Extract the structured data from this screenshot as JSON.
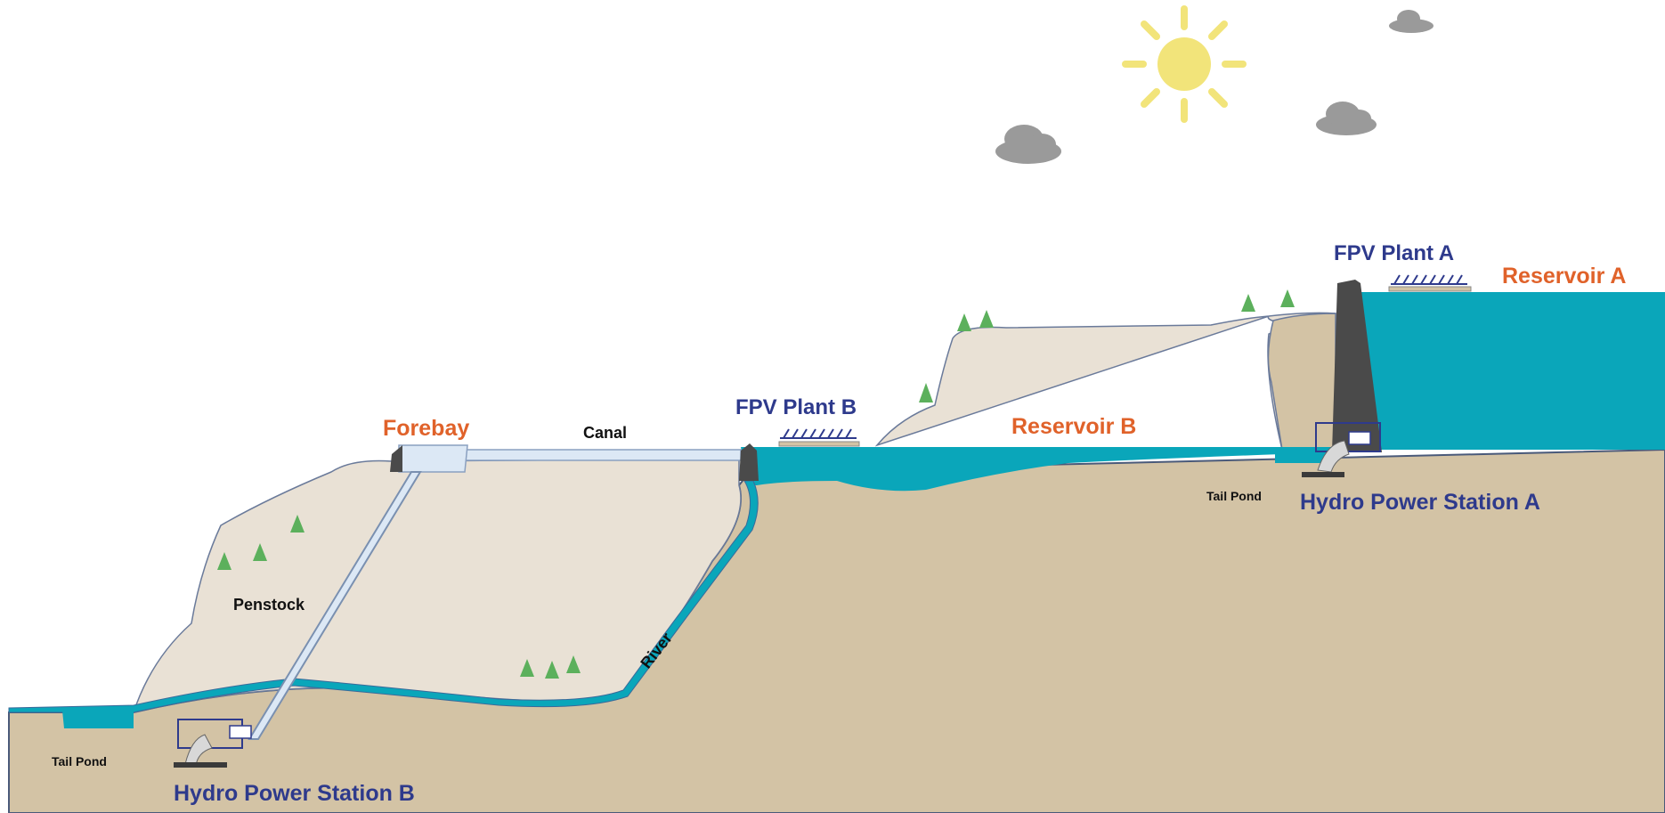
{
  "labels": {
    "fpv_plant_a": "FPV Plant A",
    "reservoir_a": "Reservoir A",
    "fpv_plant_b": "FPV Plant B",
    "reservoir_b": "Reservoir B",
    "forebay": "Forebay",
    "canal": "Canal",
    "penstock": "Penstock",
    "river": "River",
    "tail_pond_a": "Tail Pond",
    "tail_pond_b": "Tail Pond",
    "hydro_station_a": "Hydro Power Station A",
    "hydro_station_b": "Hydro Power Station B"
  },
  "colors": {
    "blue_label": "#2e3a8c",
    "orange_label": "#e0622a",
    "water": "#0aa6ba",
    "ground": "#d3c3a5",
    "hill": "#e9e1d5",
    "dam": "#4a4a4a",
    "sun": "#f2e47a",
    "cloud": "#9a9a9a",
    "tree": "#5cb05c"
  }
}
